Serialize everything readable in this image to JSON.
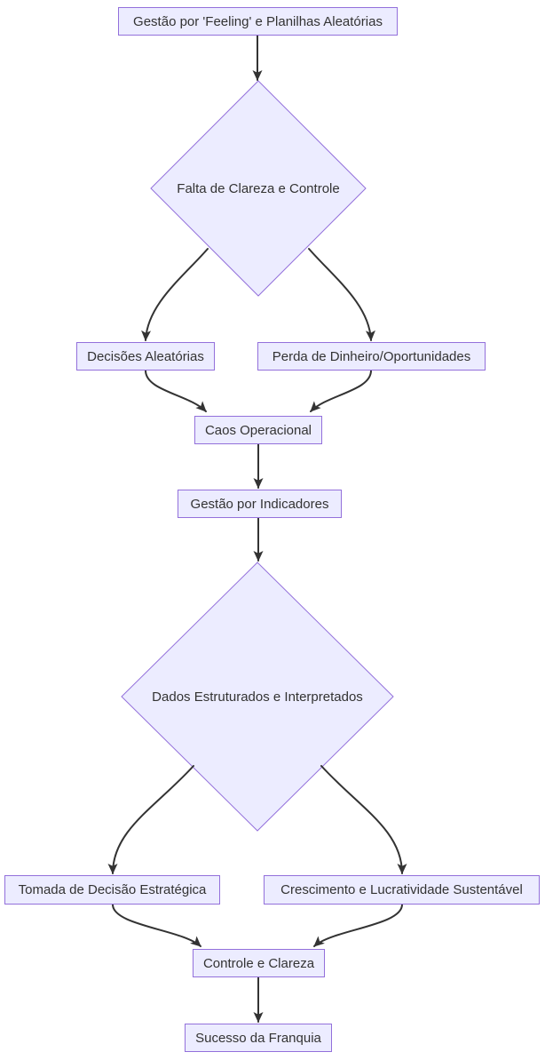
{
  "diagram": {
    "type": "flowchart",
    "direction": "top-down",
    "background": "#ffffff",
    "colors": {
      "node_fill": "#ECECFF",
      "node_border": "#9370DB",
      "edge_stroke": "#333333",
      "label_text": "#333333"
    },
    "nodes": {
      "gestao_feeling": {
        "label": "Gestão por 'Feeling' e Planilhas Aleatórias",
        "shape": "rect"
      },
      "falta_clareza": {
        "label": "Falta de Clareza e Controle",
        "shape": "diamond"
      },
      "decisoes_aleatorias": {
        "label": "Decisões Aleatórias",
        "shape": "rect"
      },
      "perda_dinheiro": {
        "label": "Perda de Dinheiro/Oportunidades",
        "shape": "rect"
      },
      "caos_operacional": {
        "label": "Caos Operacional",
        "shape": "rect"
      },
      "gestao_indicadores": {
        "label": "Gestão por Indicadores",
        "shape": "rect"
      },
      "dados_estruturados": {
        "label": "Dados Estruturados e Interpretados",
        "shape": "diamond"
      },
      "tomada_decisao": {
        "label": "Tomada de Decisão Estratégica",
        "shape": "rect"
      },
      "crescimento": {
        "label": "Crescimento e Lucratividade Sustentável",
        "shape": "rect"
      },
      "controle_clareza": {
        "label": "Controle e Clareza",
        "shape": "rect"
      },
      "sucesso_franquia": {
        "label": "Sucesso da Franquia",
        "shape": "rect"
      }
    },
    "edges": [
      {
        "from": "gestao_feeling",
        "to": "falta_clareza"
      },
      {
        "from": "falta_clareza",
        "to": "decisoes_aleatorias"
      },
      {
        "from": "falta_clareza",
        "to": "perda_dinheiro"
      },
      {
        "from": "decisoes_aleatorias",
        "to": "caos_operacional"
      },
      {
        "from": "perda_dinheiro",
        "to": "caos_operacional"
      },
      {
        "from": "caos_operacional",
        "to": "gestao_indicadores"
      },
      {
        "from": "gestao_indicadores",
        "to": "dados_estruturados"
      },
      {
        "from": "dados_estruturados",
        "to": "tomada_decisao"
      },
      {
        "from": "dados_estruturados",
        "to": "crescimento"
      },
      {
        "from": "tomada_decisao",
        "to": "controle_clareza"
      },
      {
        "from": "crescimento",
        "to": "controle_clareza"
      },
      {
        "from": "controle_clareza",
        "to": "sucesso_franquia"
      }
    ]
  }
}
